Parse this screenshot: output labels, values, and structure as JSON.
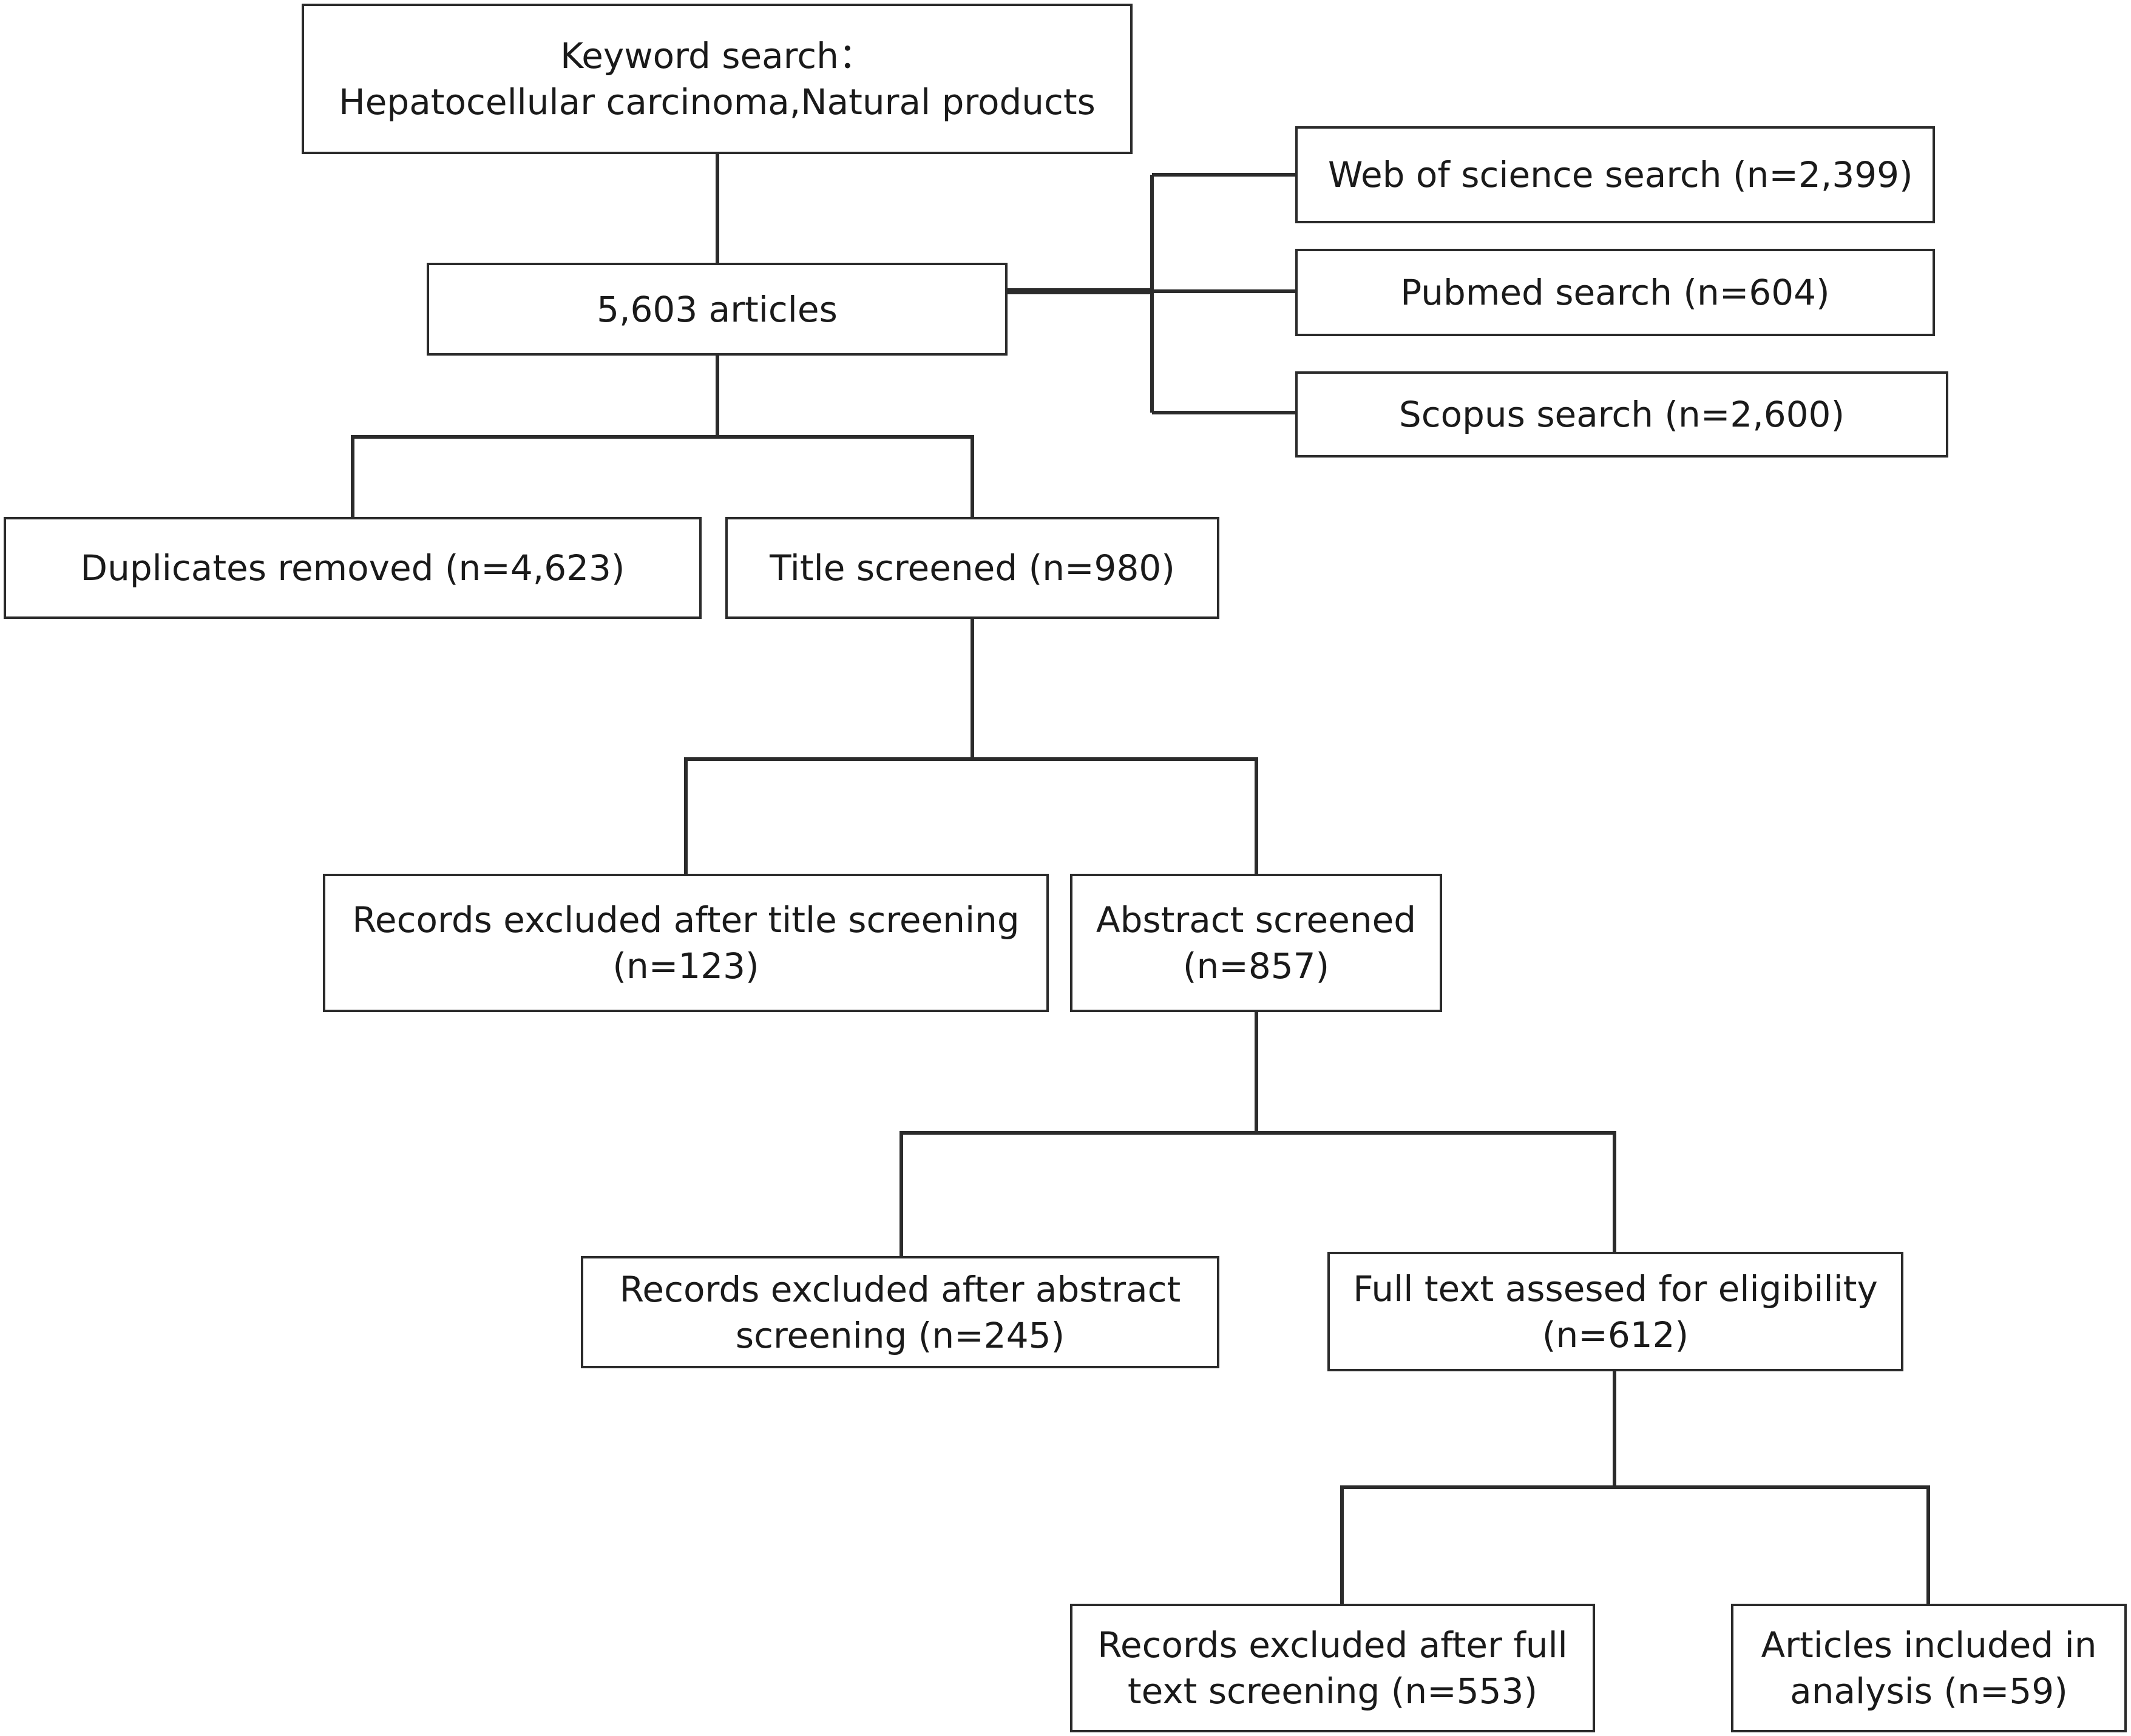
{
  "keyword": {
    "line1": "Keyword search：",
    "line2": "Hepatocellular carcinoma,Natural products"
  },
  "articles": "5,603 articles",
  "sources": {
    "wos": "Web of science search (n=2,399)",
    "pubmed": "Pubmed search (n=604)",
    "scopus": "Scopus search (n=2,600)"
  },
  "duplicates": "Duplicates removed (n=4,623)",
  "title_screened": "Title screened (n=980)",
  "excluded_title": {
    "line1": "Records excluded after title screening",
    "line2": "(n=123)"
  },
  "abstract_screened": {
    "line1": "Abstract screened",
    "line2": "(n=857)"
  },
  "excluded_abstract": {
    "line1": "Records excluded after abstract",
    "line2": "screening (n=245)"
  },
  "full_text": {
    "line1": "Full text assesed for eligibility",
    "line2": "(n=612)"
  },
  "excluded_full": {
    "line1": "Records excluded after full",
    "line2": "text screening (n=553)"
  },
  "included": {
    "line1": "Articles included in",
    "line2": "analysis (n=59)"
  }
}
